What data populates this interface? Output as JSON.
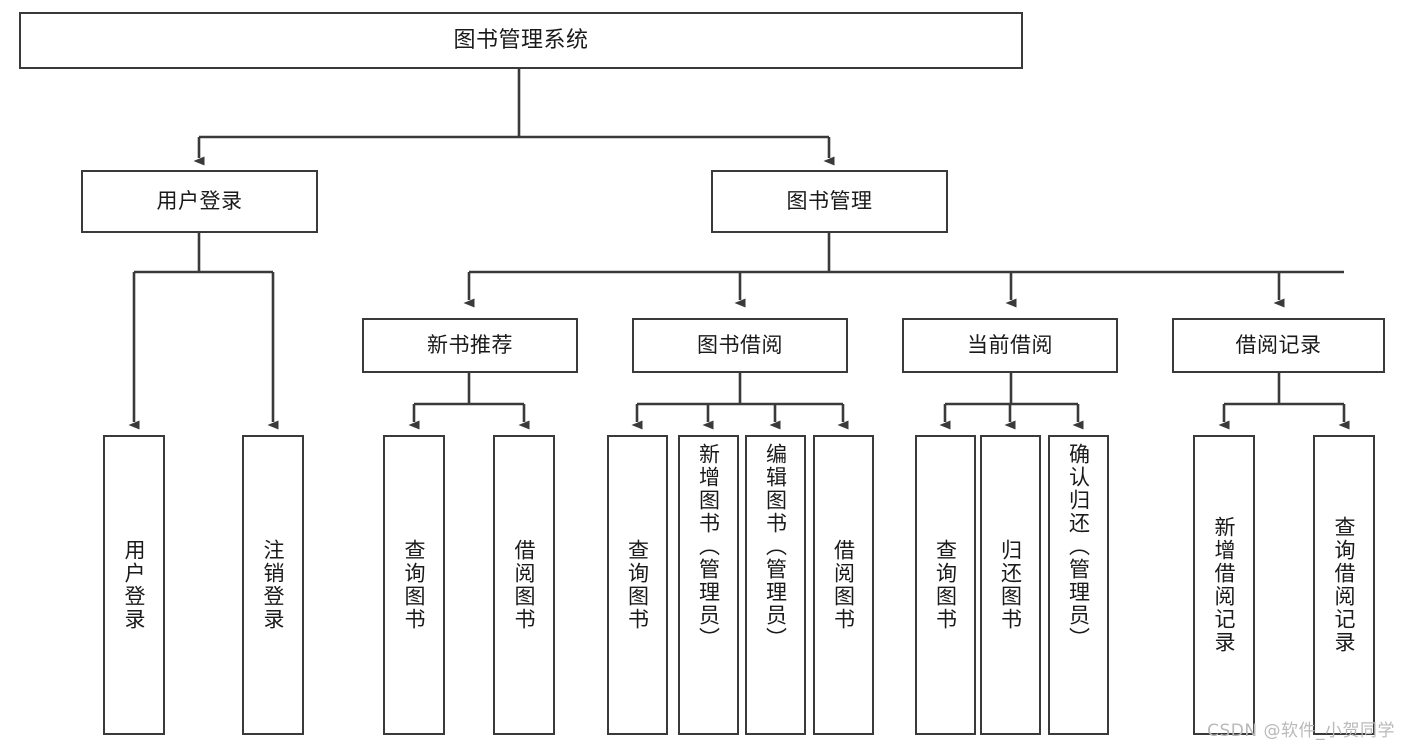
{
  "diagram": {
    "title": "图书管理系统",
    "type": "tree-hierarchy-chart",
    "colors": {
      "background": "#ffffff",
      "box_border": "#3a3a3a",
      "box_fill": "#ffffff",
      "edge": "#3a3a3a",
      "text": "#1a1a1a",
      "watermark": "#b9b9b9"
    },
    "root": {
      "label": "图书管理系统"
    },
    "level1": [
      {
        "label": "用户登录"
      },
      {
        "label": "图书管理"
      }
    ],
    "level2": [
      {
        "label": "新书推荐"
      },
      {
        "label": "图书借阅"
      },
      {
        "label": "当前借阅"
      },
      {
        "label": "借阅记录"
      }
    ],
    "leaves": {
      "user_login": [
        {
          "label": "用户登录"
        },
        {
          "label": "注销登录"
        }
      ],
      "new_book_recommend": [
        {
          "label": "查询图书"
        },
        {
          "label": "借阅图书"
        }
      ],
      "book_borrow": [
        {
          "label": "查询图书"
        },
        {
          "label": "新增图书（管理员）"
        },
        {
          "label": "编辑图书（管理员）"
        },
        {
          "label": "借阅图书"
        }
      ],
      "current_borrow": [
        {
          "label": "查询图书"
        },
        {
          "label": "归还图书"
        },
        {
          "label": "确认归还（管理员）"
        }
      ],
      "borrow_record": [
        {
          "label": "新增借阅记录"
        },
        {
          "label": "查询借阅记录"
        }
      ]
    }
  },
  "watermark": {
    "text": "CSDN @软件_小贺同学"
  }
}
